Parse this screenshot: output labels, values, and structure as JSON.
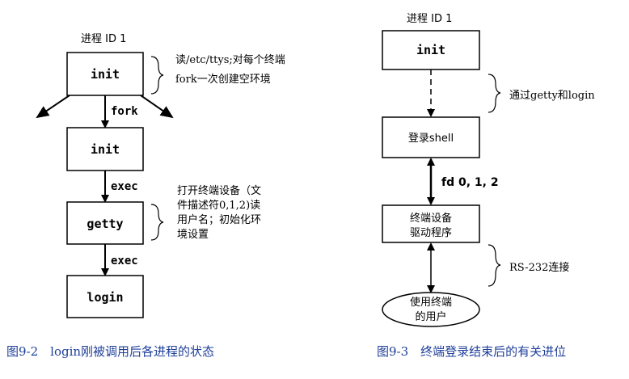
{
  "left": {
    "process_label": "进程 ID 1",
    "nodes": {
      "init1": "init",
      "init2": "init",
      "getty": "getty",
      "login": "login"
    },
    "edges": {
      "fork": "fork",
      "exec1": "exec",
      "exec2": "exec"
    },
    "note_init": [
      "读/etc/ttys;对每个终端",
      "fork一次创建空环境"
    ],
    "note_getty": [
      "打开终端设备（文",
      "件描述符0,1,2)读",
      "用户名；初始化环",
      "境设置"
    ],
    "caption": "图9-2　login刚被调用后各进程的状态"
  },
  "right": {
    "process_label": "进程  ID 1",
    "nodes": {
      "init": "init",
      "shell": "登录shell",
      "driver": [
        "终端设备",
        "驱动程序"
      ],
      "user": [
        "使用终端",
        "的用户"
      ]
    },
    "edges": {
      "fd": "fd 0, 1, 2"
    },
    "note_getty_login": "通过getty和login",
    "note_rs232": "RS-232连接",
    "caption": "图9-3　终端登录结束后的有关进位"
  },
  "colors": {
    "line": "#000000",
    "caption": "#1f3f99"
  }
}
